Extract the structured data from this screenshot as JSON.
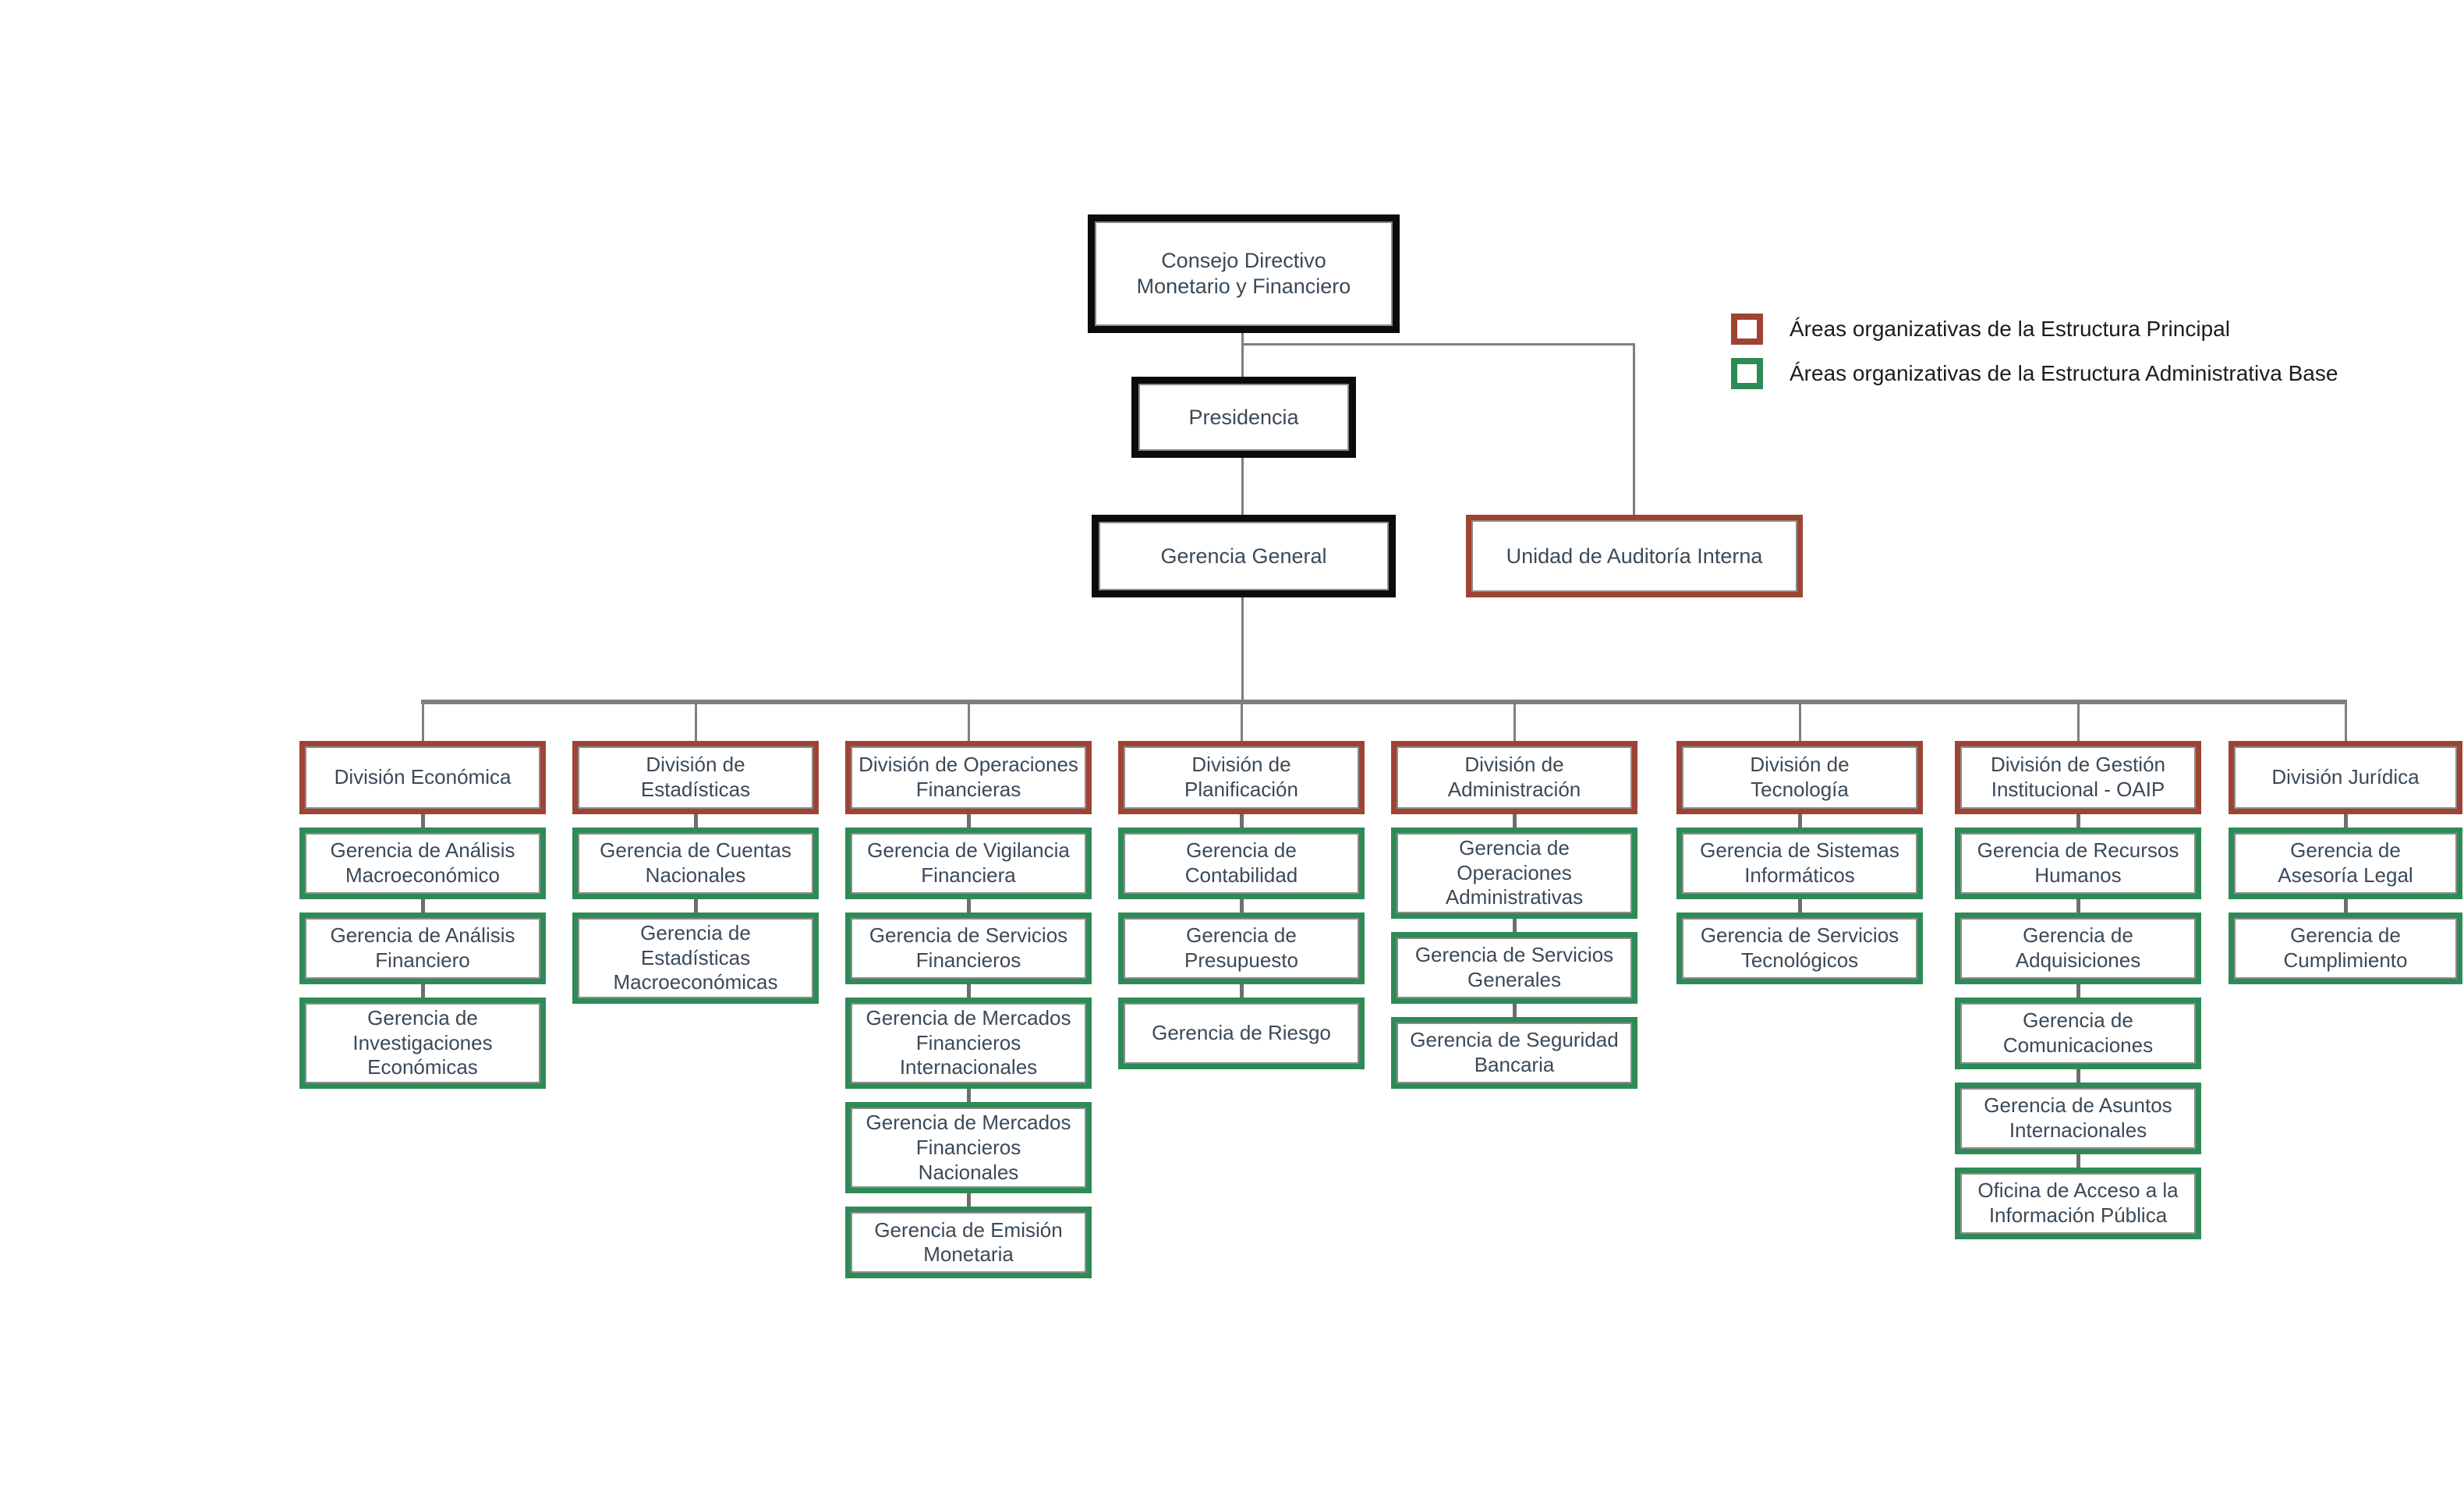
{
  "legend": {
    "items": [
      {
        "id": "principal",
        "label": "Áreas organizativas de la Estructura Principal",
        "color": "#9E4434"
      },
      {
        "id": "base",
        "label": "Áreas organizativas de la Estructura Administrativa Base",
        "color": "#2E8B57"
      }
    ]
  },
  "org": {
    "top": {
      "consejo": "Consejo Directivo\nMonetario y Financiero",
      "presidencia": "Presidencia",
      "gerencia_general": "Gerencia General",
      "auditoria": "Unidad de Auditoría Interna"
    },
    "columns": [
      {
        "division": "División Económica",
        "gerencias": [
          "Gerencia de Análisis\nMacroeconómico",
          "Gerencia de Análisis\nFinanciero",
          "Gerencia de\nInvestigaciones\nEconómicas"
        ]
      },
      {
        "division": "División de\nEstadísticas",
        "gerencias": [
          "Gerencia de Cuentas\nNacionales",
          "Gerencia de Estadísticas\nMacroeconómicas"
        ]
      },
      {
        "division": "División de Operaciones\nFinancieras",
        "gerencias": [
          "Gerencia de Vigilancia\nFinanciera",
          "Gerencia de Servicios\nFinancieros",
          "Gerencia de Mercados\nFinancieros\nInternacionales",
          "Gerencia de Mercados\nFinancieros\nNacionales",
          "Gerencia de Emisión\nMonetaria"
        ]
      },
      {
        "division": "División de\nPlanificación",
        "gerencias": [
          "Gerencia de\nContabilidad",
          "Gerencia de\nPresupuesto",
          "Gerencia de Riesgo"
        ]
      },
      {
        "division": "División de\nAdministración",
        "gerencias": [
          "Gerencia de Operaciones\nAdministrativas",
          "Gerencia de Servicios\nGenerales",
          "Gerencia de Seguridad\nBancaria"
        ]
      },
      {
        "division": "División de\nTecnología",
        "gerencias": [
          "Gerencia de Sistemas\nInformáticos",
          "Gerencia de Servicios\nTecnológicos"
        ]
      },
      {
        "division": "División de Gestión\nInstitucional - OAIP",
        "gerencias": [
          "Gerencia de Recursos\nHumanos",
          "Gerencia de\nAdquisiciones",
          "Gerencia de\nComunicaciones",
          "Gerencia de Asuntos\nInternacionales",
          "Oficina de Acceso a la\nInformación Pública"
        ]
      },
      {
        "division": "División Jurídica",
        "gerencias": [
          "Gerencia de\nAsesoría Legal",
          "Gerencia de\nCumplimiento"
        ]
      }
    ]
  },
  "colors": {
    "principal_border": "#9E4434",
    "base_border": "#2E8B57",
    "top_border": "#0B0B0B",
    "connector": "#7F7F7F",
    "text": "#3B4A57"
  }
}
